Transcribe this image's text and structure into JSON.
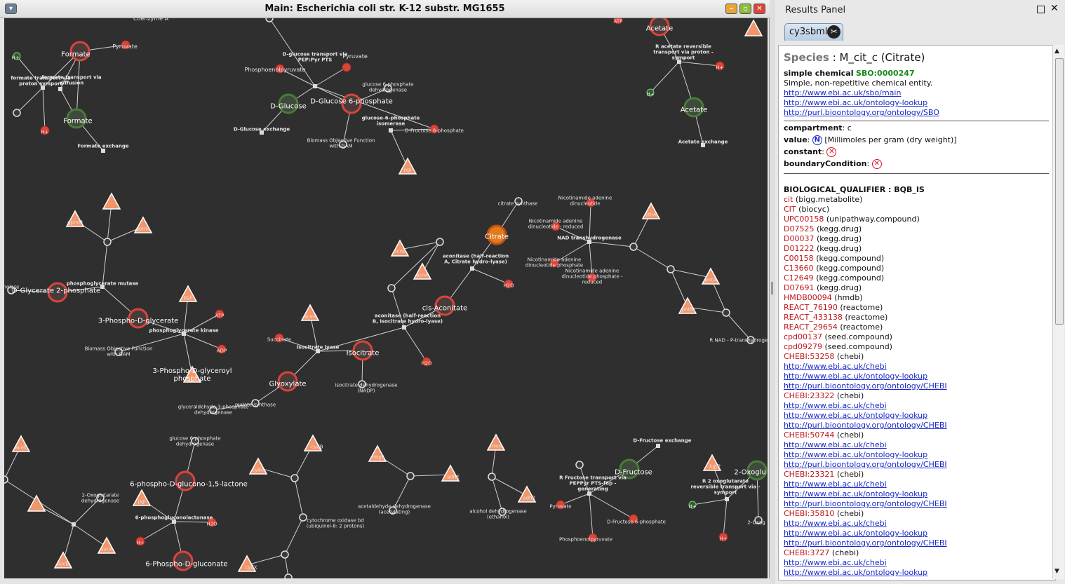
{
  "window": {
    "title": "Main: Escherichia coli str. K-12 substr. MG1655"
  },
  "colors": {
    "canvas_bg": "#2f2f2f",
    "metabolite_node": "#d8453b",
    "reaction_node": "#dcdcdc",
    "gene_node": "#f2956b",
    "highlight_node": "#e07a1e",
    "edge": "#d0d0d0",
    "hplus_node": "#2e5e2a"
  },
  "network": {
    "labels": [
      "Coenzyme A",
      "Pyruvate",
      "Formate",
      "H+",
      "formate transport via proton symport",
      "formate transport via diffusion",
      "Formate",
      "H+",
      "Formate exchange",
      "D-glucose transport via PEP:Pyr PTS",
      "Pyruvate",
      "Phosphoenolpyruvate",
      "D-Glucose",
      "D-Glucose 6-phosphate",
      "glucose 6-phosphate dehydrogenase",
      "D-Glucose exchange",
      "glucose-6-phosphate isomerase",
      "D-Fructose 6-phosphate",
      "Biomass Objective Function with GAM",
      "pgi",
      "Acetate",
      "R acetate reversible transport via proton - symport",
      "H+",
      "H+",
      "Acetate",
      "Acetate exchange",
      "ATP",
      "gpmM",
      "gpmA",
      "phosphoglycerate mutase",
      "D-Glycerate 2-phosphate",
      "nolase",
      "3-Phospho-D-glycerate",
      "pgk",
      "ATP",
      "phosphoglycerate kinase",
      "ADP",
      "Biomass Objective Function with GAM",
      "3-Phospho-D-glyceroyl phosphate",
      "glyceraldehyde-3-phosphate dehydrogenase",
      "citrate synthase",
      "Citrate",
      "Nicotinamide adenine dinucleotide",
      "Nicotinamide adenine dinucleotide - reduced",
      "NAD transhydrogenase",
      "Nicotinamide adenine dinucleotide phosphate",
      "Nicotinamide adenine dinucleotide phosphate - reduced",
      "acnB",
      "acnA",
      "aconitase (half-reaction A, Citrate hydro-lyase)",
      "H2O",
      "cis-Aconitate",
      "aconitase (half-reaction B, Isocitrate hydro-lyase)",
      "H2O",
      "aceA",
      "Succinate",
      "Isocitrate lyase",
      "Isocitrate",
      "Glyoxylate",
      "isocitrate dehydrogenase (NADP)",
      "malate synthase",
      "sthA",
      "pntA",
      "pntB",
      "R NAD - P-transhydrogen",
      "aceE",
      "glucose 6-phosphate dehydrogenase",
      "6-phospho-D-glucono-1,5-lactone",
      "2-Oxoglutarate dehydrogenase",
      "pgl",
      "6-phosphogluconolactonase",
      "H2O",
      "H+",
      "6-Phospho-D-gluconate",
      "sucA",
      "sucB",
      "cydA",
      "cydB",
      "cydX",
      "cytochrome oxidase bd (ubiquinol-8: 2 protons)",
      "mhpF",
      "adhE",
      "acetaldehyde dehydrogenase (acetylating)",
      "frmA",
      "adhP",
      "alcohol dehydrogenase (ethanol)",
      "D-Fructose exchange",
      "D-Fructose",
      "R Fructose transport via PEPPyr PTS-f6p - generating",
      "Pyruvate",
      "D-Fructose 6-phosphate",
      "Phosphoenolpyruvate",
      "kgtP",
      "2-Oxoglu",
      "R 2 oxoglutarate reversible transport via - symport",
      "H+",
      "H+",
      "2-Oxog"
    ]
  },
  "results_panel": {
    "title": "Results Panel",
    "tab_label": "cy3sbml",
    "species_key": "Species",
    "species_value": "M_cit_c (Citrate)",
    "sbo_type": "simple chemical",
    "sbo_term": "SBO:0000247",
    "sbo_description": "Simple, non-repetitive chemical entity.",
    "sbo_links": [
      "http://www.ebi.ac.uk/sbo/main",
      "http://www.ebi.ac.uk/ontology-lookup",
      "http://purl.bioontology.org/ontology/SBO"
    ],
    "compartment_key": "compartment",
    "compartment_value": "c",
    "value_key": "value",
    "value_units": "[Millimoles per gram (dry weight)]",
    "constant_key": "constant",
    "boundary_key": "boundaryCondition",
    "value_icon": "null-icon",
    "false_icon": "false-cross-icon",
    "qualifier": "BIOLOGICAL_QUALIFIER : BQB_IS",
    "annotations": [
      {
        "id": "cit",
        "source": "(bigg.metabolite)"
      },
      {
        "id": "CIT",
        "source": "(biocyc)"
      },
      {
        "id": "UPC00158",
        "source": "(unipathway.compound)"
      },
      {
        "id": "D07525",
        "source": "(kegg.drug)"
      },
      {
        "id": "D00037",
        "source": "(kegg.drug)"
      },
      {
        "id": "D01222",
        "source": "(kegg.drug)"
      },
      {
        "id": "C00158",
        "source": "(kegg.compound)"
      },
      {
        "id": "C13660",
        "source": "(kegg.compound)"
      },
      {
        "id": "C12649",
        "source": "(kegg.compound)"
      },
      {
        "id": "D07691",
        "source": "(kegg.drug)"
      },
      {
        "id": "HMDB00094",
        "source": "(hmdb)"
      },
      {
        "id": "REACT_76190",
        "source": "(reactome)"
      },
      {
        "id": "REACT_433138",
        "source": "(reactome)"
      },
      {
        "id": "REACT_29654",
        "source": "(reactome)"
      },
      {
        "id": "cpd00137",
        "source": "(seed.compound)"
      },
      {
        "id": "cpd09279",
        "source": "(seed.compound)"
      },
      {
        "id": "CHEBI:53258",
        "source": "(chebi)",
        "links": [
          "http://www.ebi.ac.uk/chebi",
          "http://www.ebi.ac.uk/ontology-lookup",
          "http://purl.bioontology.org/ontology/CHEBI"
        ]
      },
      {
        "id": "CHEBI:23322",
        "source": "(chebi)",
        "links": [
          "http://www.ebi.ac.uk/chebi",
          "http://www.ebi.ac.uk/ontology-lookup",
          "http://purl.bioontology.org/ontology/CHEBI"
        ]
      },
      {
        "id": "CHEBI:50744",
        "source": "(chebi)",
        "links": [
          "http://www.ebi.ac.uk/chebi",
          "http://www.ebi.ac.uk/ontology-lookup",
          "http://purl.bioontology.org/ontology/CHEBI"
        ]
      },
      {
        "id": "CHEBI:23321",
        "source": "(chebi)",
        "links": [
          "http://www.ebi.ac.uk/chebi",
          "http://www.ebi.ac.uk/ontology-lookup",
          "http://purl.bioontology.org/ontology/CHEBI"
        ]
      },
      {
        "id": "CHEBI:35810",
        "source": "(chebi)",
        "links": [
          "http://www.ebi.ac.uk/chebi",
          "http://www.ebi.ac.uk/ontology-lookup",
          "http://purl.bioontology.org/ontology/CHEBI"
        ]
      },
      {
        "id": "CHEBI:3727",
        "source": "(chebi)",
        "links": [
          "http://www.ebi.ac.uk/chebi",
          "http://www.ebi.ac.uk/ontology-lookup"
        ]
      }
    ]
  }
}
